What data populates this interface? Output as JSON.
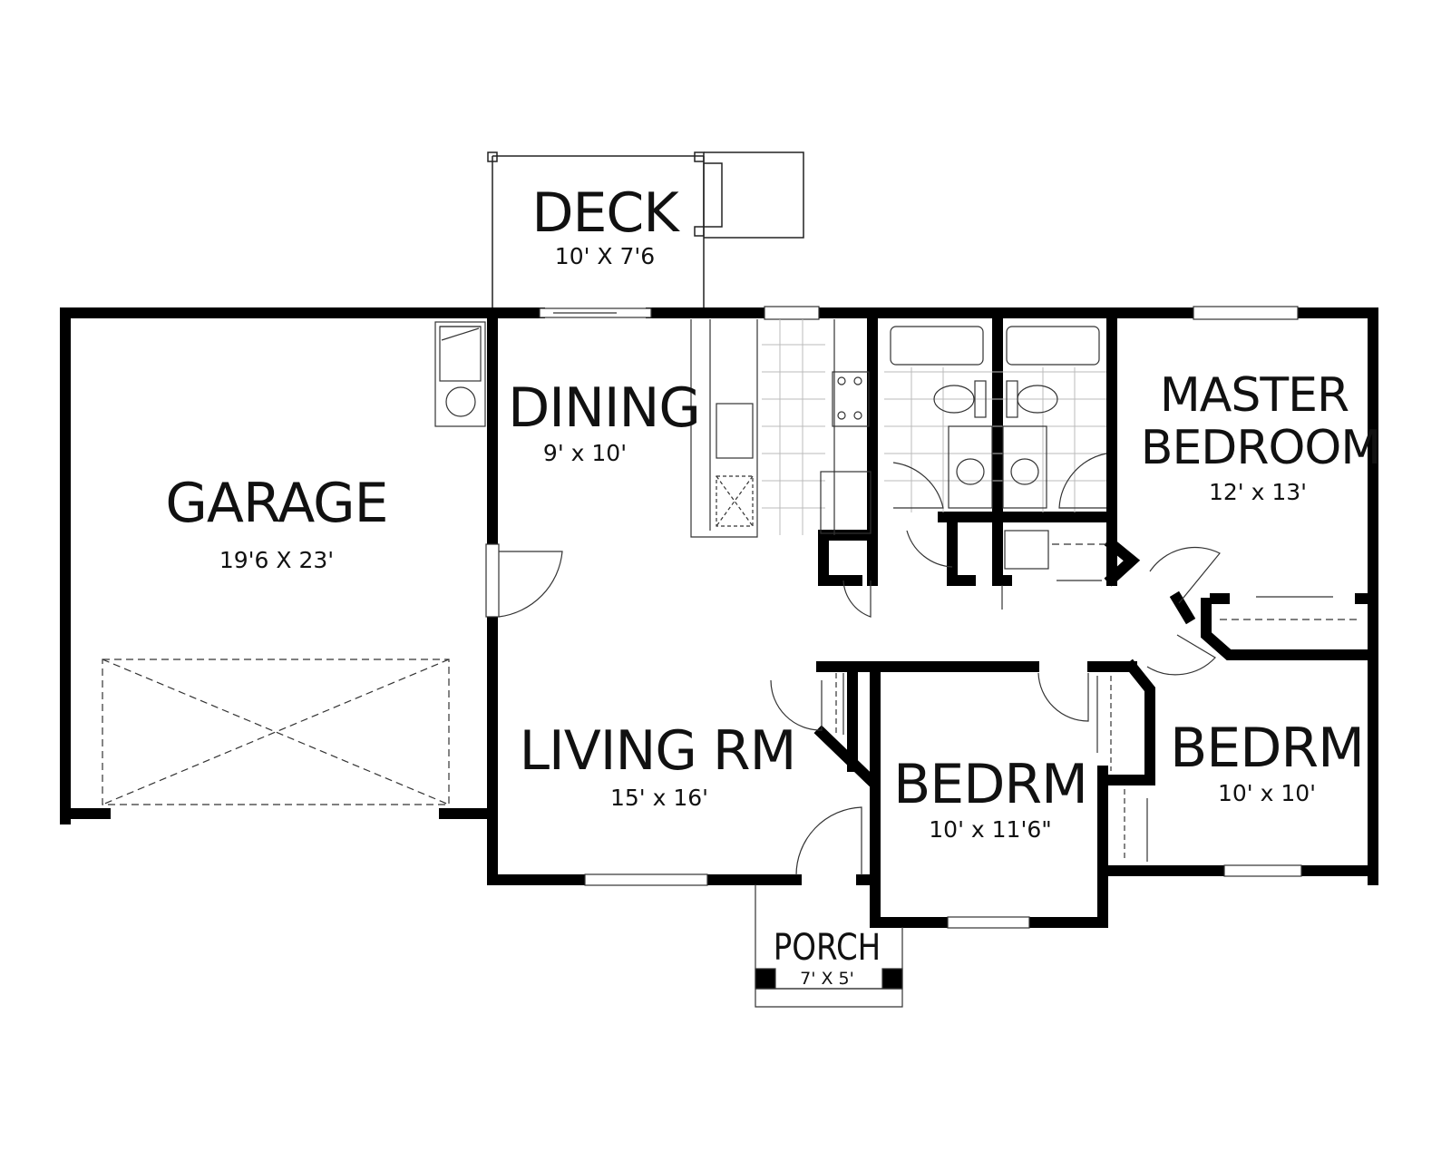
{
  "rooms": {
    "deck": {
      "name": "DECK",
      "dims": "10' X 7'6"
    },
    "garage": {
      "name": "GARAGE",
      "dims": "19'6 X 23'"
    },
    "dining": {
      "name": "DINING",
      "dims": "9' x 10'"
    },
    "master": {
      "name1": "MASTER",
      "name2": "BEDROOM",
      "dims": "12' x 13'"
    },
    "living": {
      "name": "LIVING RM",
      "dims": "15' x 16'"
    },
    "bedroom2": {
      "name": "BEDRM",
      "dims": "10' x 11'6\""
    },
    "bedroom3": {
      "name": "BEDRM",
      "dims": "10' x 10'"
    },
    "porch": {
      "name": "PORCH",
      "dims": "7' X 5'"
    }
  },
  "colors": {
    "wall": "#000000",
    "line": "#222222",
    "background": "#ffffff"
  }
}
